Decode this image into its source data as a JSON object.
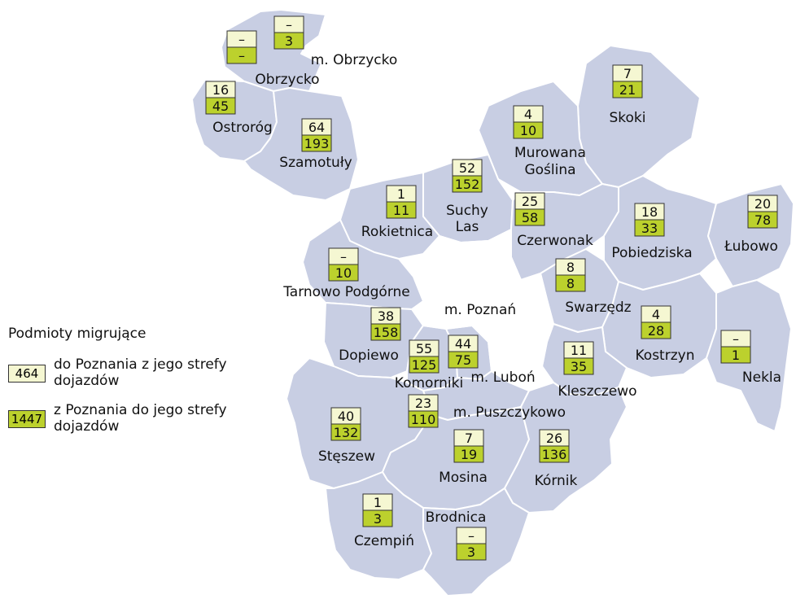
{
  "legend": {
    "title": "Podmioty migrujące",
    "in_sample": "464",
    "in_label": "do Poznania z jego strefy dojazdów",
    "out_sample": "1447",
    "out_label": "z Poznania do jego strefy dojazdów"
  },
  "center_label": "m. Poznań",
  "colors": {
    "region": "#c8cee3",
    "box_in": "#f5f7d2",
    "box_out": "#bcd12d"
  },
  "gminas": [
    {
      "id": "m-obrzycko",
      "label": "m. Obrzycko",
      "in": "–",
      "out": "3"
    },
    {
      "id": "obrzycko",
      "label": "Obrzycko",
      "in": "–",
      "out": "–"
    },
    {
      "id": "ostrorog",
      "label": "Ostroróg",
      "in": "16",
      "out": "45"
    },
    {
      "id": "szamotuly",
      "label": "Szamotuły",
      "in": "64",
      "out": "193"
    },
    {
      "id": "skoki",
      "label": "Skoki",
      "in": "7",
      "out": "21"
    },
    {
      "id": "murowana-goslina",
      "label": "Murowana Goślina",
      "in": "4",
      "out": "10"
    },
    {
      "id": "suchy-las",
      "label": "Suchy Las",
      "in": "52",
      "out": "152"
    },
    {
      "id": "rokietnica",
      "label": "Rokietnica",
      "in": "1",
      "out": "11"
    },
    {
      "id": "czerwonak",
      "label": "Czerwonak",
      "in": "25",
      "out": "58"
    },
    {
      "id": "pobiedziska",
      "label": "Pobiedziska",
      "in": "18",
      "out": "33"
    },
    {
      "id": "lubowo",
      "label": "Łubowo",
      "in": "20",
      "out": "78"
    },
    {
      "id": "tarnowo-podgorne",
      "label": "Tarnowo Podgórne",
      "in": "–",
      "out": "10"
    },
    {
      "id": "swarzedz",
      "label": "Swarzędz",
      "in": "8",
      "out": "8"
    },
    {
      "id": "dopiewo",
      "label": "Dopiewo",
      "in": "38",
      "out": "158"
    },
    {
      "id": "kostrzyn",
      "label": "Kostrzyn",
      "in": "4",
      "out": "28"
    },
    {
      "id": "nekla",
      "label": "Nekla",
      "in": "–",
      "out": "1"
    },
    {
      "id": "komorniki",
      "label": "Komorniki",
      "in": "55",
      "out": "125"
    },
    {
      "id": "m-lubon",
      "label": "m. Luboń",
      "in": "44",
      "out": "75"
    },
    {
      "id": "kleszczewo",
      "label": "Kleszczewo",
      "in": "11",
      "out": "35"
    },
    {
      "id": "m-puszczykowo",
      "label": "m. Puszczykowo",
      "in": "23",
      "out": "110"
    },
    {
      "id": "steszew",
      "label": "Stęszew",
      "in": "40",
      "out": "132"
    },
    {
      "id": "mosina",
      "label": "Mosina",
      "in": "7",
      "out": "19"
    },
    {
      "id": "kornik",
      "label": "Kórnik",
      "in": "26",
      "out": "136"
    },
    {
      "id": "czempin",
      "label": "Czempiń",
      "in": "1",
      "out": "3"
    },
    {
      "id": "brodnica",
      "label": "Brodnica",
      "in": "–",
      "out": "3"
    }
  ]
}
